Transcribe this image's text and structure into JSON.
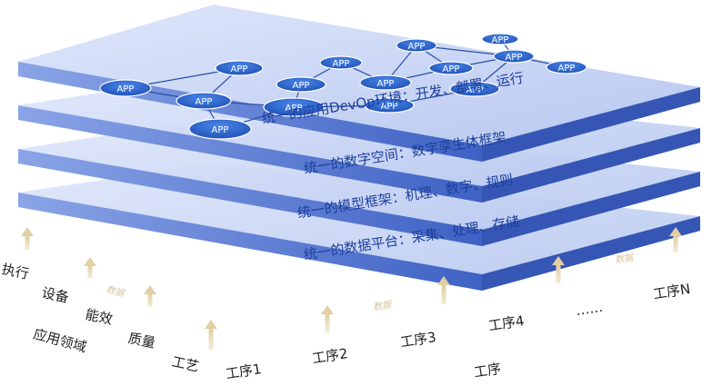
{
  "layers": [
    {
      "title": "统一的应用DevOp环境：开发、部署、运行"
    },
    {
      "title": "统一的数字空间：数字孪生体框架"
    },
    {
      "title": "统一的模型框架：机理、数字、规则"
    },
    {
      "title": "统一的数据平台：采集、处理、存储"
    }
  ],
  "app_label": "APP",
  "left_labels": {
    "execute": "执行",
    "equipment": "设备",
    "energy": "能效",
    "quality": "质量",
    "process": "工艺",
    "application_domain": "应用领域"
  },
  "bottom_labels": {
    "step1": "工序1",
    "step2": "工序2",
    "step3": "工序3",
    "step4": "工序4",
    "ellipsis": "……",
    "stepN": "工序N",
    "process": "工序"
  },
  "data_tags": {
    "left": "数据",
    "middle": "数据",
    "right": "数据"
  },
  "colors": {
    "layer_top": "#c9d6f5",
    "layer_side": "#4a6cc9",
    "app_fill": "#2a62c8",
    "arrow": "#e6d3a8",
    "title": "#1d3f9c"
  }
}
